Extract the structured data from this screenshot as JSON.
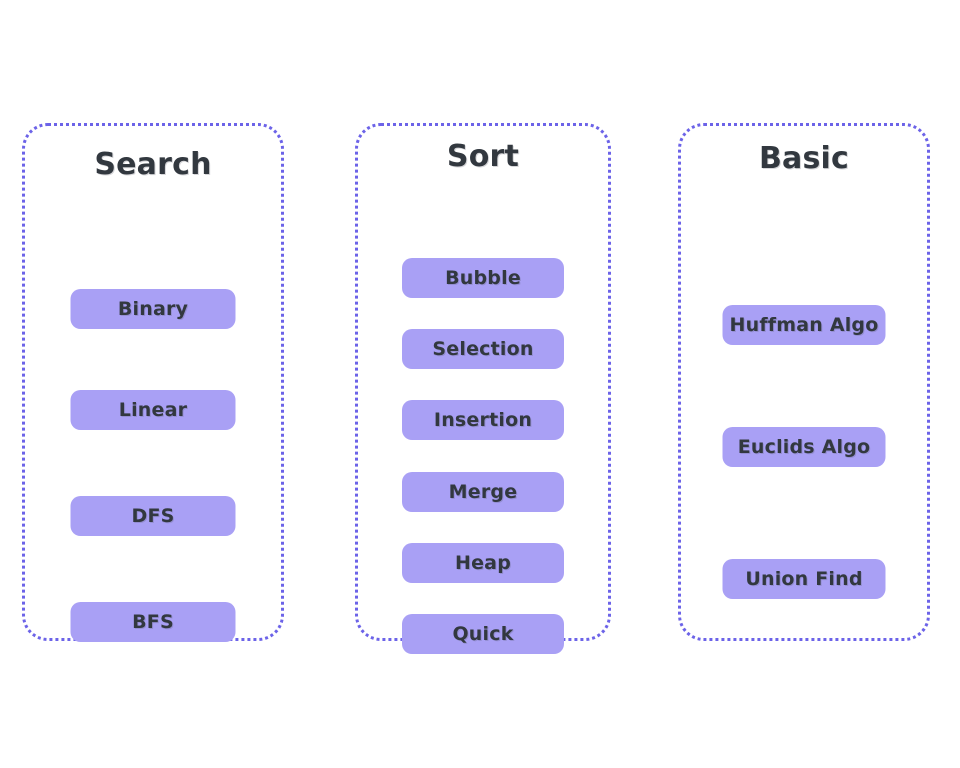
{
  "theme": {
    "page_background": "#ffffff",
    "card_background": "#ffffff",
    "card_border_color": "#6c63e8",
    "pill_background": "#a9a0f5",
    "text_color": "#32383f"
  },
  "columns": [
    {
      "id": "search",
      "title": "Search",
      "items": [
        {
          "label": "Binary"
        },
        {
          "label": "Linear"
        },
        {
          "label": "DFS"
        },
        {
          "label": "BFS"
        }
      ]
    },
    {
      "id": "sort",
      "title": "Sort",
      "items": [
        {
          "label": "Bubble"
        },
        {
          "label": "Selection"
        },
        {
          "label": "Insertion"
        },
        {
          "label": "Merge"
        },
        {
          "label": "Heap"
        },
        {
          "label": "Quick"
        }
      ]
    },
    {
      "id": "basic",
      "title": "Basic",
      "items": [
        {
          "label": "Huffman Algo"
        },
        {
          "label": "Euclids Algo"
        },
        {
          "label": "Union Find"
        }
      ]
    }
  ]
}
